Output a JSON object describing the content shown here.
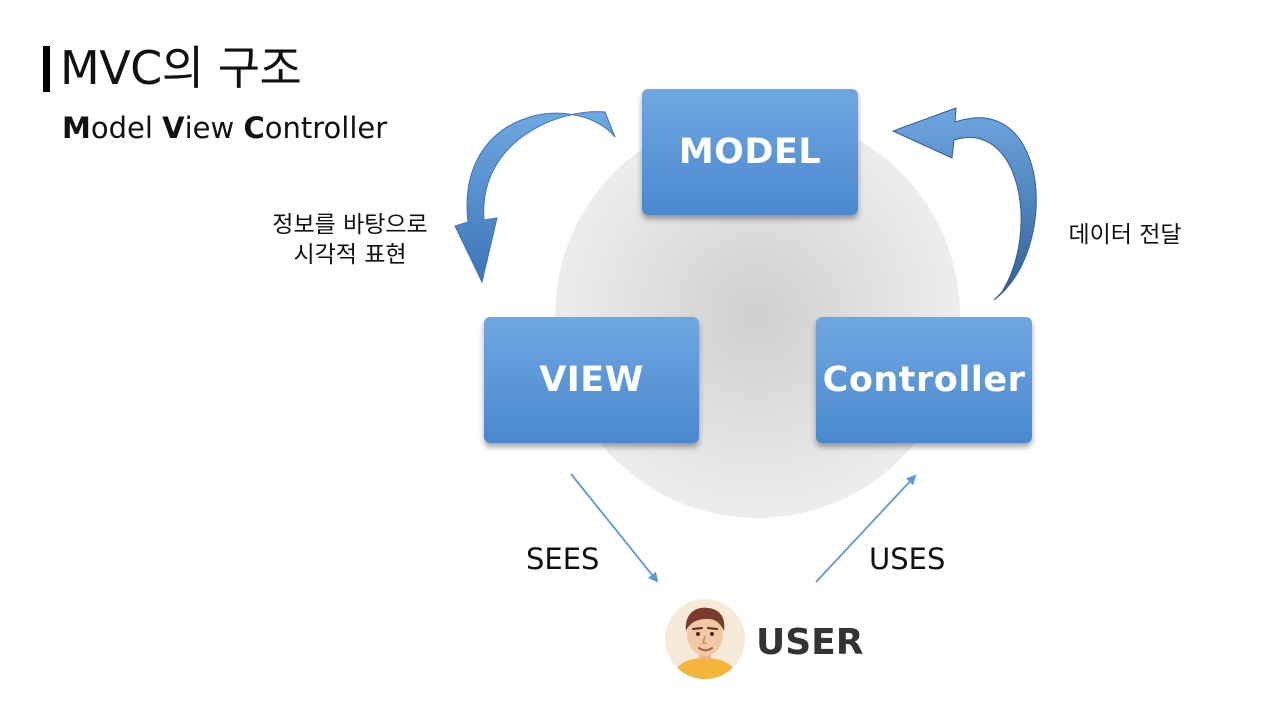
{
  "title": "MVC의 구조",
  "subtitle": {
    "m_initial": "M",
    "m_rest": "odel",
    "v_initial": "V",
    "v_rest": "iew",
    "c_initial": "C",
    "c_rest": "ontroller"
  },
  "nodes": {
    "model": "MODEL",
    "view": "VIEW",
    "controller": "Controller",
    "user": "USER"
  },
  "annotations": {
    "model_to_view_line1": "정보를 바탕으로",
    "model_to_view_line2": "시각적 표현",
    "controller_to_model": "데이터 전달",
    "view_to_user": "SEES",
    "user_to_controller": "USES"
  },
  "colors": {
    "box_top": "#6fa7e2",
    "box_bottom": "#4a88ce",
    "arrow": "#5b9bd5",
    "arrow_dark": "#2f5f95"
  }
}
